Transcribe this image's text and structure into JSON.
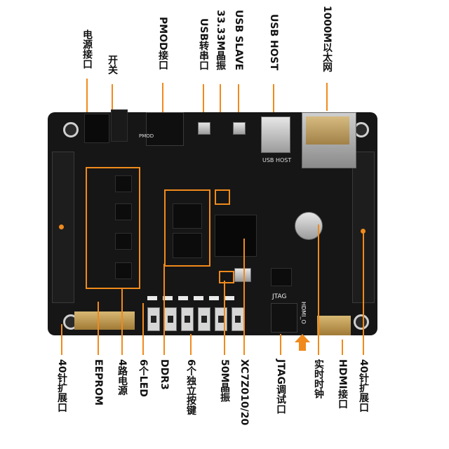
{
  "labels_top": {
    "power_jack": "电源接口",
    "switch": "开关",
    "pmod": "PMOD接口",
    "usb_serial": "USB转串口",
    "crystal_33m": "33.33M晶振",
    "usb_slave": "USB SLAVE",
    "usb_host": "USB HOST",
    "ethernet": "1000M以太网"
  },
  "labels_bottom": {
    "header_left": "40针扩展口",
    "eeprom": "EEPROM",
    "power4": "4路电源",
    "led6": "6个LED",
    "ddr3": "DDR3",
    "keys6": "6个独立按键",
    "crystal_50m": "50M晶振",
    "fpga": "XC7Z010/20",
    "jtag": "JTAG调试口",
    "rtc": "实时时钟",
    "hdmi": "HDMI接口",
    "header_right": "40针扩展口"
  },
  "board_silk": {
    "usb_host": "USB HOST",
    "jtag": "JTAG",
    "hdmi": "HDMI_O",
    "pmod": "PMOD"
  },
  "colors": {
    "accent": "#f08a1c",
    "board": "#161616"
  }
}
